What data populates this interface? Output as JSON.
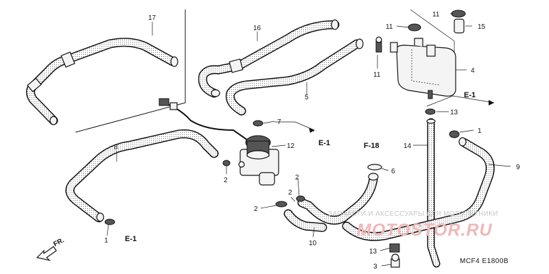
{
  "diagram": {
    "callouts": [
      {
        "id": "c17",
        "text": "17"
      },
      {
        "id": "c16",
        "text": "16"
      },
      {
        "id": "c5",
        "text": "5"
      },
      {
        "id": "c11a",
        "text": "11"
      },
      {
        "id": "c11b",
        "text": "11"
      },
      {
        "id": "c11c",
        "text": "11"
      },
      {
        "id": "c15",
        "text": "15"
      },
      {
        "id": "c4",
        "text": "4"
      },
      {
        "id": "c13a",
        "text": "13"
      },
      {
        "id": "c1a",
        "text": "1"
      },
      {
        "id": "c9",
        "text": "9"
      },
      {
        "id": "c14",
        "text": "14"
      },
      {
        "id": "c6",
        "text": "6"
      },
      {
        "id": "c7",
        "text": "7"
      },
      {
        "id": "c12",
        "text": "12"
      },
      {
        "id": "c8",
        "text": "8"
      },
      {
        "id": "c2a",
        "text": "2"
      },
      {
        "id": "c2b",
        "text": "2"
      },
      {
        "id": "c2c",
        "text": "2"
      },
      {
        "id": "c2d",
        "text": "2"
      },
      {
        "id": "c1b",
        "text": "1"
      },
      {
        "id": "c10",
        "text": "10"
      },
      {
        "id": "c13b",
        "text": "13"
      },
      {
        "id": "c3",
        "text": "3"
      }
    ],
    "references": [
      {
        "id": "r_e1_top",
        "text": "E-1"
      },
      {
        "id": "r_e1_mid",
        "text": "E-1"
      },
      {
        "id": "r_f18",
        "text": "F-18"
      },
      {
        "id": "r_e1_bot",
        "text": "E-1"
      }
    ],
    "direction_marker": "FR.",
    "watermark_line1": "ЗАПЧАСТИ И АКСЕССУАРЫ ДЛЯ МОТОТЕХНИКИ",
    "watermark_line2": "MOTOSTOR.RU",
    "diagram_code": "MCF4  E1800B"
  }
}
